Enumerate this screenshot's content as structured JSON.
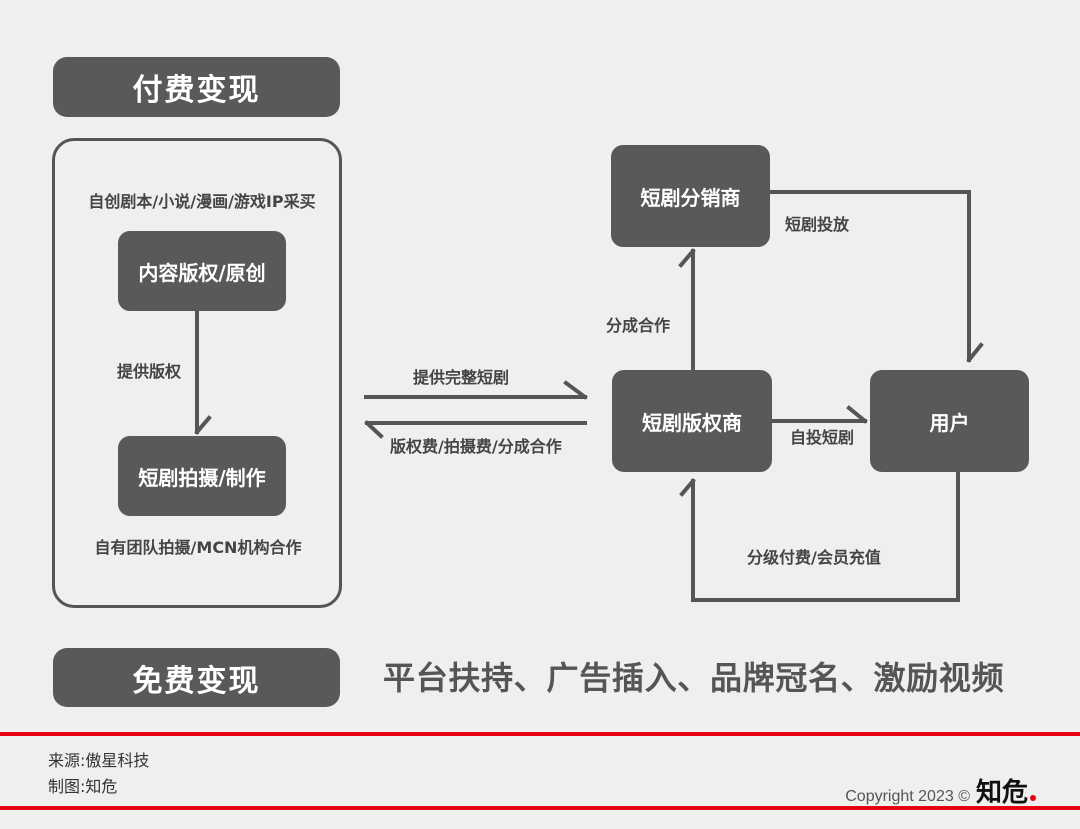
{
  "sections": {
    "paid_label": "付费变现",
    "free_label": "免费变现",
    "free_methods": "平台扶持、广告插入、品牌冠名、激励视频"
  },
  "left_panel": {
    "top_note": "自创剧本/小说/漫画/游戏IP采买",
    "box_copyright": "内容版权/原创",
    "arrow_label": "提供版权",
    "box_production": "短剧拍摄/制作",
    "bottom_note": "自有团队拍摄/MCN机构合作"
  },
  "flow": {
    "arrow_to_right_label": "提供完整短剧",
    "arrow_to_left_label": "版权费/拍摄费/分成合作",
    "box_distributor": "短剧分销商",
    "box_rights_holder": "短剧版权商",
    "box_user": "用户",
    "label_distribution": "短剧投放",
    "label_revenue_share": "分成合作",
    "label_self_release": "自投短剧",
    "label_payment": "分级付费/会员充值"
  },
  "footer": {
    "source": "来源:傲星科技",
    "made_by": "制图:知危",
    "copyright": "Copyright 2023 ©",
    "brand": "知危"
  },
  "colors": {
    "box": "#595959",
    "line": "#555555",
    "background": "#efefef",
    "accent": "#e60012",
    "label": "#444444"
  }
}
